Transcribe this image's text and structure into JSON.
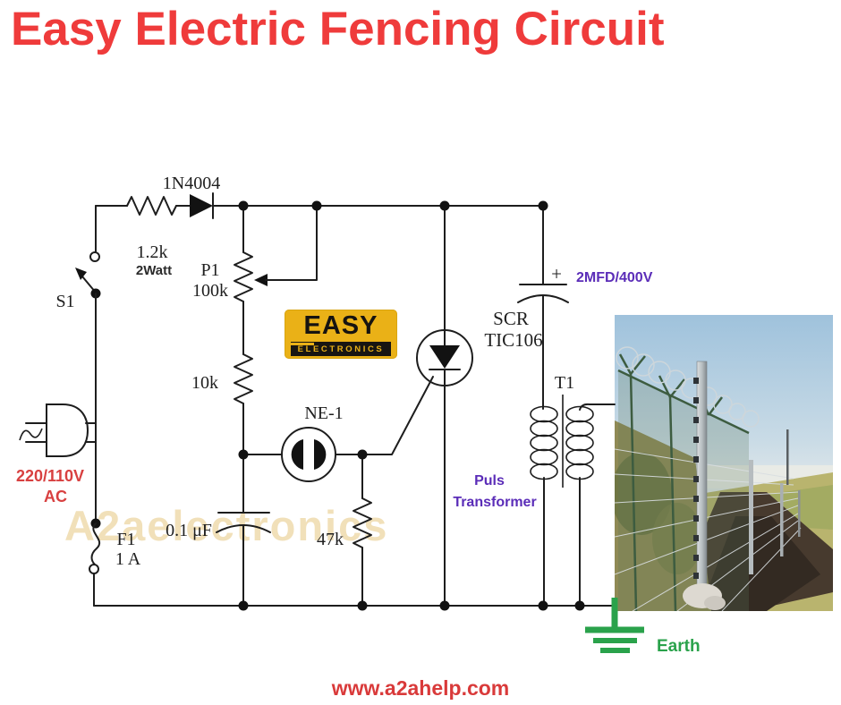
{
  "title": "Easy Electric Fencing Circuit",
  "brand": {
    "top": "EASY",
    "bottom": "ELECTRONICS"
  },
  "watermark": "A2aelectronics",
  "footer_url": "www.a2ahelp.com",
  "labels": {
    "diode": "1N4004",
    "r1": "1.2k",
    "r1_watt": "2Watt",
    "switch": "S1",
    "pot": "P1",
    "pot_val": "100k",
    "r2": "10k",
    "neon": "NE-1",
    "c1": "0.1 μF",
    "r3": "47k",
    "fuse": "F1",
    "fuse_val": "1 A",
    "mains1": "220/110V",
    "mains2": "AC",
    "scr1": "SCR",
    "scr2": "TIC106",
    "c2_plus": "+",
    "c2": "2MFD/400V",
    "xfmr": "T1",
    "xfmr_lbl1": "Puls",
    "xfmr_lbl2": "Transformer",
    "earth": "Earth"
  },
  "colors": {
    "title_red": "#ef3b3b",
    "label_red": "#d84040",
    "purple": "#5b2db8",
    "green": "#2aa24b",
    "logo_yellow": "#eab117",
    "watermark_tan": "#eed9a8",
    "wire_black": "#1d1d1d"
  }
}
